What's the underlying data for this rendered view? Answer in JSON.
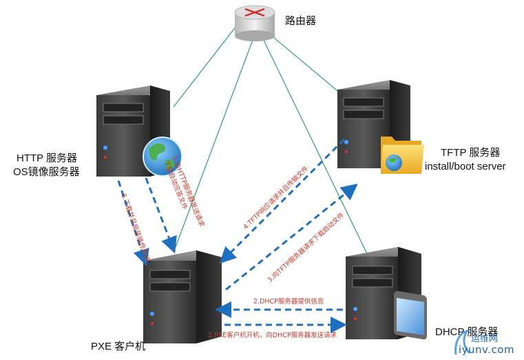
{
  "nodes": {
    "router": {
      "label": "路由器"
    },
    "http": {
      "label_line1": "HTTP  服务器",
      "label_line2": "OS镜像服务器"
    },
    "tftp": {
      "label_line1": "TFTP 服务器",
      "label_line2": "install/boot server"
    },
    "pxe": {
      "label": "PXE  客户机"
    },
    "dhcp": {
      "label": "DHCP 服务器"
    }
  },
  "steps": {
    "step1": "1.PXE客户机开机，向DHCP服务器发送请求",
    "step2": "2.DHCP服务器提供信息",
    "step3": "3.向TFTP服务器请求下载启动文件",
    "step4": "4.TFTP响应请求并且传输文件",
    "step5_line1": "5.向HTTP服务器发送请求",
    "step5_line2": "下载自动应答文件",
    "step6": "6.下载并且安装操作系统"
  },
  "watermark": {
    "line1": "运维网",
    "line2": "iyunv.com"
  },
  "colors": {
    "link": "#2e9e6a",
    "arrow": "#1f6fbf",
    "step_text": "#c0392b"
  }
}
